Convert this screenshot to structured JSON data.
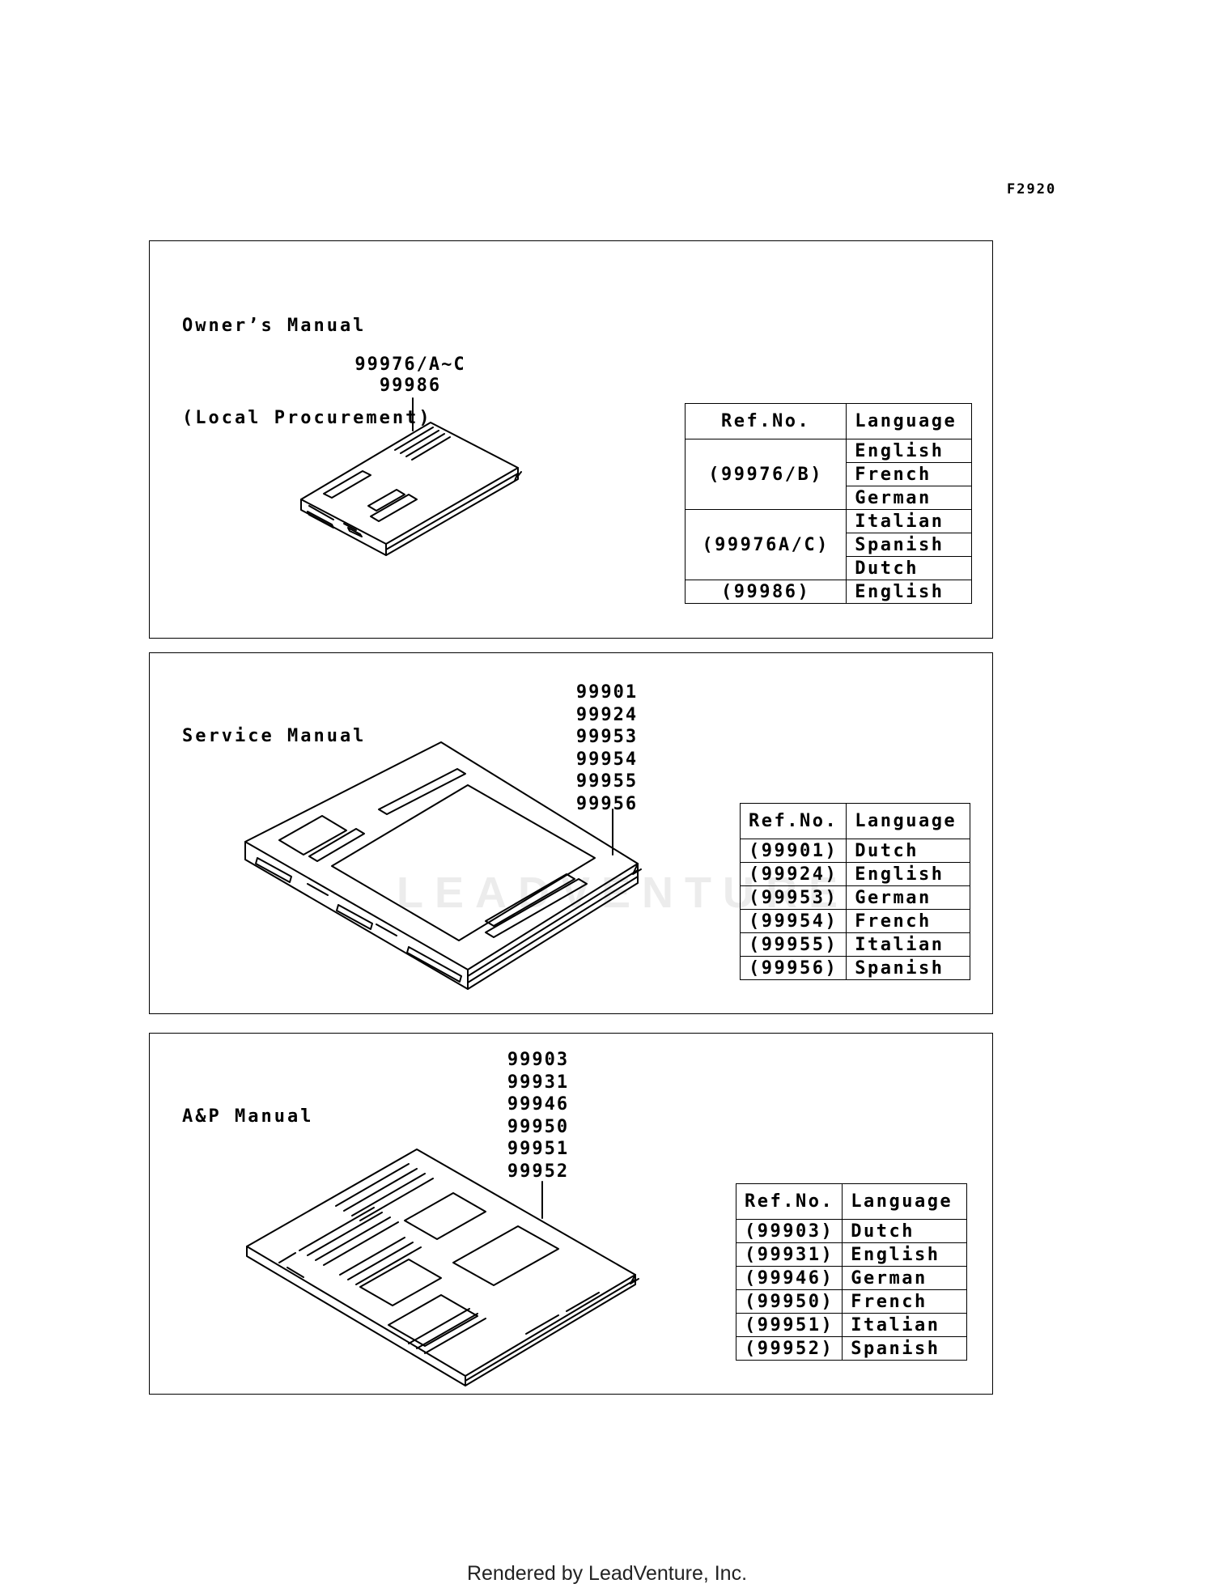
{
  "figure_code": "F2920",
  "footer": "Rendered by LeadVenture, Inc.",
  "watermark": "LEADVENTURE",
  "panels": [
    {
      "title_lines": [
        "Owner’s Manual",
        "(Local Procurement)"
      ],
      "part_numbers": [
        "99976/A~C",
        "99986"
      ],
      "table": {
        "headers": [
          "Ref.No.",
          "Language"
        ],
        "groups": [
          {
            "ref": "(99976/B)",
            "languages": [
              "English",
              "French",
              "German"
            ]
          },
          {
            "ref": "(99976A/C)",
            "languages": [
              "Italian",
              "Spanish",
              "Dutch"
            ]
          },
          {
            "ref": "(99986)",
            "languages": [
              "English"
            ]
          }
        ]
      }
    },
    {
      "title_lines": [
        "Service Manual"
      ],
      "part_numbers": [
        "99901",
        "99924",
        "99953",
        "99954",
        "99955",
        "99956"
      ],
      "table": {
        "headers": [
          "Ref.No.",
          "Language"
        ],
        "rows": [
          {
            "ref": "(99901)",
            "language": "Dutch"
          },
          {
            "ref": "(99924)",
            "language": "English"
          },
          {
            "ref": "(99953)",
            "language": "German"
          },
          {
            "ref": "(99954)",
            "language": "French"
          },
          {
            "ref": "(99955)",
            "language": "Italian"
          },
          {
            "ref": "(99956)",
            "language": "Spanish"
          }
        ]
      }
    },
    {
      "title_lines": [
        "A&P Manual"
      ],
      "part_numbers": [
        "99903",
        "99931",
        "99946",
        "99950",
        "99951",
        "99952"
      ],
      "table": {
        "headers": [
          "Ref.No.",
          "Language"
        ],
        "rows": [
          {
            "ref": "(99903)",
            "language": "Dutch"
          },
          {
            "ref": "(99931)",
            "language": "English"
          },
          {
            "ref": "(99946)",
            "language": "German"
          },
          {
            "ref": "(99950)",
            "language": "French"
          },
          {
            "ref": "(99951)",
            "language": "Italian"
          },
          {
            "ref": "(99952)",
            "language": "Spanish"
          }
        ]
      }
    }
  ]
}
